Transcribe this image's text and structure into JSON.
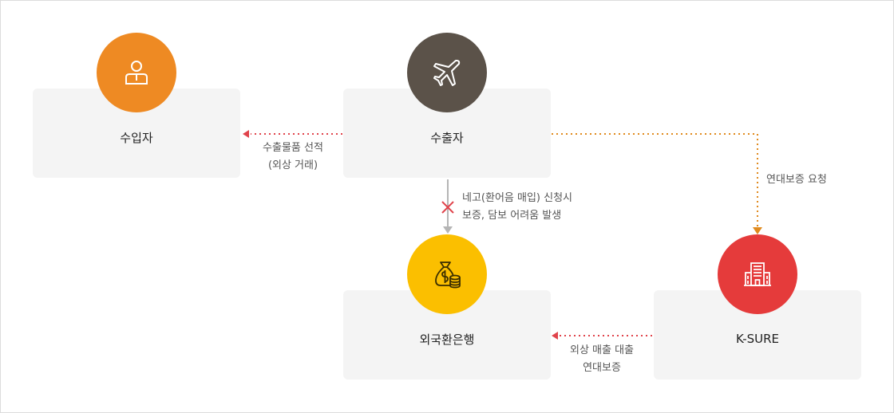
{
  "nodes": {
    "importer": {
      "label": "수입자",
      "icon": "person-icon",
      "color": "#ee8a23"
    },
    "exporter": {
      "label": "수출자",
      "icon": "airplane-icon",
      "color": "#5b5249"
    },
    "bank": {
      "label": "외국환은행",
      "icon": "money-bag-icon",
      "color": "#fbbf00"
    },
    "ksure": {
      "label": "K-SURE",
      "icon": "building-icon",
      "color": "#e53b3b"
    }
  },
  "edges": {
    "shipment": {
      "line1": "수출물품 선적",
      "line2": "(외상 거래)"
    },
    "nego": {
      "line1": "네고(환어음 매입) 신청시",
      "line2": "보증, 담보 어려움 발생"
    },
    "guarantee_request": {
      "line1": "연대보증 요청"
    },
    "loan": {
      "line1": "외상 매출 대출",
      "line2": "연대보증"
    }
  },
  "colors": {
    "red_arrow": "#e0434b",
    "orange_arrow": "#e08a1e",
    "gray_arrow": "#b5b5b5"
  }
}
